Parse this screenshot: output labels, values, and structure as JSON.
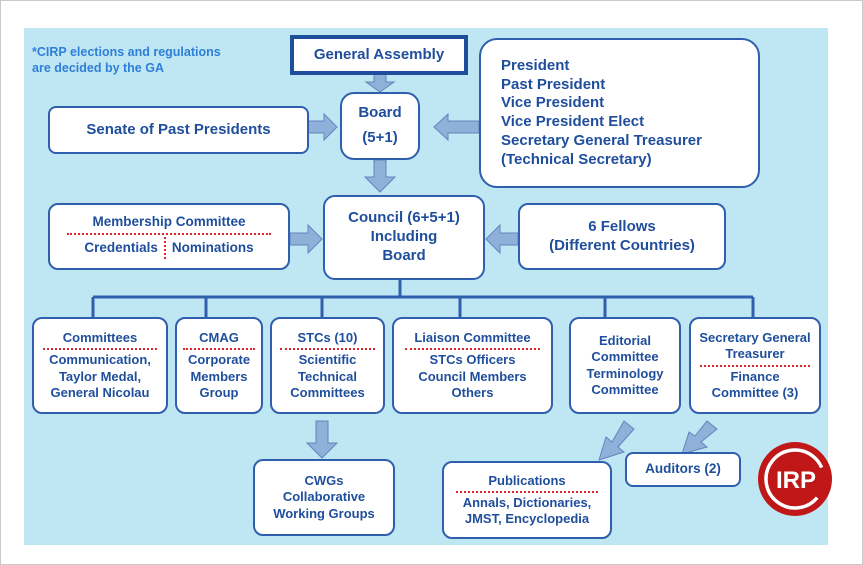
{
  "note": [
    "*CIRP elections and regulations",
    "are decided by the GA"
  ],
  "general_assembly": "General  Assembly",
  "board": [
    "Board",
    "(5+1)"
  ],
  "senate": "Senate of Past Presidents",
  "officers": [
    "President",
    "Past President",
    "Vice President",
    "Vice President Elect",
    "Secretary General Treasurer",
    "(Technical Secretary)"
  ],
  "membership": {
    "title": "Membership Committee",
    "left": "Credentials",
    "right": "Nominations"
  },
  "council": [
    "Council (6+5+1)",
    "Including",
    "Board"
  ],
  "fellows": [
    "6 Fellows",
    "(Different Countries)"
  ],
  "committees": {
    "title": "Committees",
    "items": [
      "Communication,",
      "Taylor Medal,",
      "General Nicolau"
    ]
  },
  "cmag": {
    "title": "CMAG",
    "items": [
      "Corporate",
      "Members",
      "Group"
    ]
  },
  "stcs": {
    "title": "STCs (10)",
    "items": [
      "Scientific",
      "Technical",
      "Committees"
    ]
  },
  "liaison": {
    "title": "Liaison Committee",
    "items": [
      "STCs Officers",
      "Council Members",
      "Others"
    ]
  },
  "editorial": [
    "Editorial",
    "Committee",
    "Terminology",
    "Committee"
  ],
  "secretary": {
    "title": [
      "Secretary General",
      "Treasurer"
    ],
    "items": [
      "Finance",
      "Committee (3)"
    ]
  },
  "cwgs": [
    "CWGs",
    "Collaborative",
    "Working Groups"
  ],
  "publications": {
    "title": "Publications",
    "items": [
      "Annals, Dictionaries,",
      "JMST, Encyclopedia"
    ]
  },
  "auditors": "Auditors (2)",
  "logo_text": "IRP",
  "colors": {
    "background": "#bfe7f3",
    "box_border": "#2f5fad",
    "text": "#1f4e9c",
    "arrow": "#8fb0d8",
    "separator": "#e0262a",
    "note": "#2f7ed8",
    "logo_red": "#c01818"
  }
}
